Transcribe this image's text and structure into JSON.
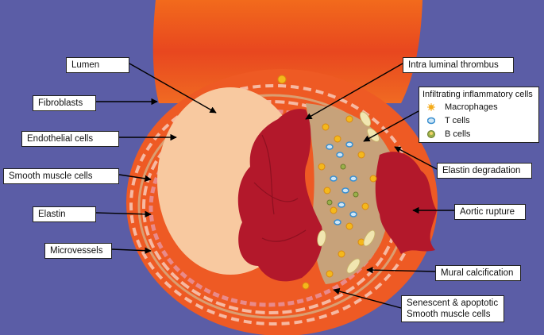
{
  "labels": {
    "lumen": "Lumen",
    "fibroblasts": "Fibroblasts",
    "endothelial": "Endothelial cells",
    "smooth_muscle": "Smooth muscle cells",
    "elastin": "Elastin",
    "microvessels": "Microvessels",
    "thrombus": "Intra luminal thrombus",
    "elastin_degradation": "Elastin degradation",
    "aortic_rupture": "Aortic rupture",
    "calcification": "Mural calcification",
    "senescent_line1": "Senescent & apoptotic",
    "senescent_line2": "Smooth muscle cells"
  },
  "legend": {
    "title": "Infiltrating inflammatory cells",
    "items": [
      {
        "label": "Macrophages",
        "icon": "macrophage-icon",
        "color": "#f4a81c"
      },
      {
        "label": "T cells",
        "icon": "t-cell-icon",
        "color": "#3a8fd0"
      },
      {
        "label": "B cells",
        "icon": "b-cell-icon",
        "color": "#9ab04a"
      }
    ]
  },
  "colors": {
    "background": "#5b5da6",
    "aorta_wall": "#ee5a24",
    "lumen": "#f8c9a0",
    "thrombus": "#b3182b",
    "plaque": "#c7a27a"
  }
}
